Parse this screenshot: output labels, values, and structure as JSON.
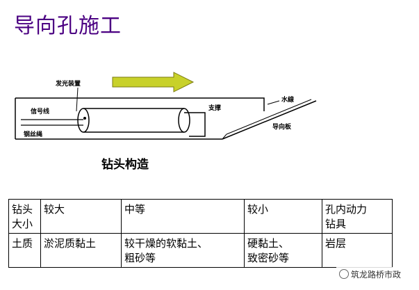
{
  "title": "导向孔施工",
  "diagram": {
    "labels": {
      "transmitter": "发光装置",
      "signal_line": "信号线",
      "steel_wire": "钢丝绳",
      "support": "支撑",
      "water_line": "水線",
      "guide_plate": "导向板"
    }
  },
  "caption": "钻头构造",
  "table": {
    "rows": [
      [
        "钻头\n大小",
        "较大",
        "中等",
        "较小",
        "孔内动力\n钻具"
      ],
      [
        "土质",
        "淤泥质黏土",
        "较干燥的软黏土、\n粗砂等",
        "硬黏土、\n致密砂等",
        "岩层"
      ]
    ]
  },
  "watermark": "筑龙路桥市政",
  "colors": {
    "title": "#4b0082",
    "arrow_fill": "#c8d12a",
    "arrow_stroke": "#7a7a10"
  }
}
